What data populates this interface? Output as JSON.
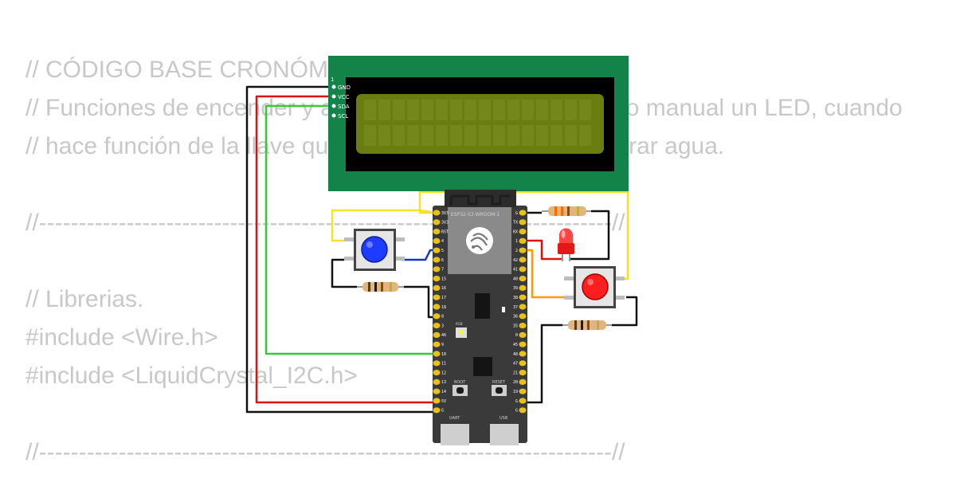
{
  "code": {
    "lines": [
      "// CÓDIGO BASE CRONÓMETRO",
      "// Funciones de encender y apagar de forma automática o manual un LED, cuando",
      "// hace función de la llave que abre el paso para suministrar agua.",
      "//------------------------------------------------------------------------//",
      "// Librerias.",
      "#include <Wire.h>",
      "#include <LiquidCrystal_I2C.h>",
      "//------------------------------------------------------------------------//"
    ]
  },
  "lcd": {
    "pin1": "1",
    "pins": [
      "GND",
      "VCC",
      "SDA",
      "SCL"
    ]
  },
  "board": {
    "module": "ESP32-S3-WROOM-1",
    "rgb": "RGB",
    "boot": "BOOT",
    "reset": "RESET",
    "uart": "UART",
    "usb": "USB",
    "left_pins": [
      "3V3",
      "3V3",
      "RST",
      "4",
      "5",
      "6",
      "7",
      "15",
      "16",
      "17",
      "18",
      "8",
      "3",
      "46",
      "9",
      "10",
      "11",
      "12",
      "13",
      "14",
      "5V",
      "G"
    ],
    "right_pins": [
      "G",
      "TX",
      "RX",
      "1",
      "2",
      "42",
      "41",
      "40",
      "39",
      "38",
      "37",
      "36",
      "35",
      "0",
      "45",
      "48",
      "47",
      "21",
      "20",
      "19",
      "G",
      "G"
    ]
  },
  "colors": {
    "lcd_pcb": "#13834a",
    "lcd_glass": "#6a7d10",
    "board": "#3a3a3a",
    "button_blue": "#1e3cff",
    "button_red": "#ff1e1e",
    "led_red": "#ff2020",
    "wire_gnd": "#111111",
    "wire_vcc": "#dd1111",
    "wire_sda": "#33cc33",
    "wire_scl": "#f5e12a",
    "wire_blue": "#1133cc",
    "wire_orange": "#ff9900",
    "pin_gold": "#e8c21a"
  }
}
